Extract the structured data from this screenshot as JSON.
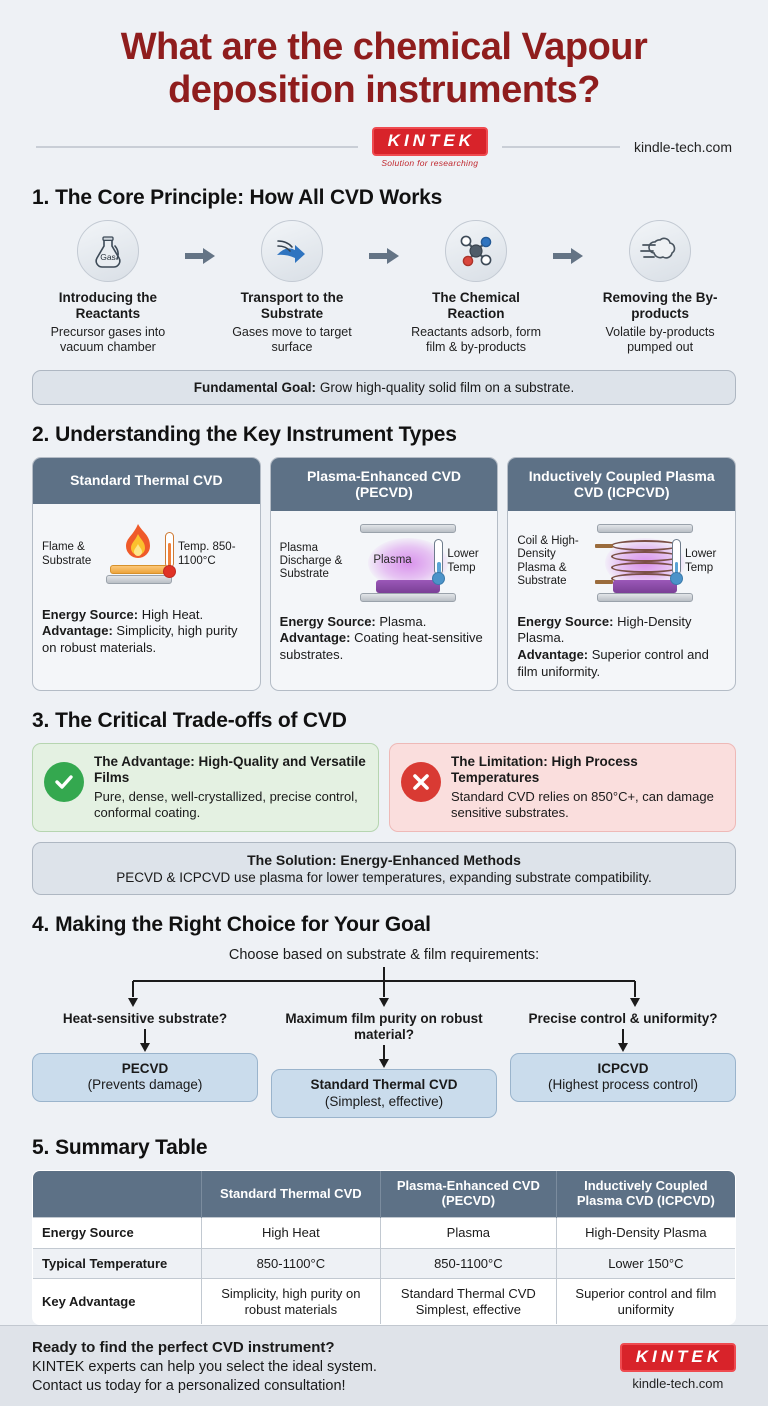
{
  "header": {
    "title": "What are the chemical Vapour deposition instruments?",
    "logo_text": "KINTEK",
    "logo_tagline": "Solution for researching",
    "site": "kindle-tech.com"
  },
  "section1": {
    "number": "1.",
    "heading": "The Core Principle: How All CVD Works",
    "steps": [
      {
        "icon": "gas-flask-icon",
        "title": "Introducing the Reactants",
        "desc": "Precursor gases into vacuum chamber"
      },
      {
        "icon": "gas-flow-arrow-icon",
        "title": "Transport to the Substrate",
        "desc": "Gases move to target surface"
      },
      {
        "icon": "molecule-icon",
        "title": "The Chemical Reaction",
        "desc": "Reactants adsorb, form film & by-products"
      },
      {
        "icon": "exhaust-cloud-icon",
        "title": "Removing the By-products",
        "desc": "Volatile by-products pumped out"
      }
    ],
    "goal_label": "Fundamental Goal:",
    "goal_text": "Grow high-quality solid film on a substrate."
  },
  "section2": {
    "number": "2.",
    "heading": "Understanding the Key Instrument Types",
    "cards": [
      {
        "title": "Standard Thermal CVD",
        "illus_label": "Flame & Substrate",
        "temp_label": "Temp. 850-1100°C",
        "energy_label": "Energy Source:",
        "energy_value": "High Heat.",
        "adv_label": "Advantage:",
        "adv_value": "Simplicity, high purity on robust materials."
      },
      {
        "title": "Plasma-Enhanced CVD (PECVD)",
        "illus_label": "Plasma Discharge & Substrate",
        "glow_label": "Plasma",
        "temp_label": "Lower Temp",
        "energy_label": "Energy Source:",
        "energy_value": "Plasma.",
        "adv_label": "Advantage:",
        "adv_value": "Coating heat-sensitive substrates."
      },
      {
        "title": "Inductively Coupled Plasma CVD (ICPCVD)",
        "illus_label": "Coil & High-Density Plasma & Substrate",
        "temp_label": "Lower Temp",
        "energy_label": "Energy Source:",
        "energy_value": "High-Density Plasma.",
        "adv_label": "Advantage:",
        "adv_value": "Superior control and film uniformity."
      }
    ]
  },
  "section3": {
    "number": "3.",
    "heading": "The Critical Trade-offs of CVD",
    "advantage": {
      "icon": "check-circle-icon",
      "title": "The Advantage: High-Quality and Versatile Films",
      "text": "Pure, dense, well-crystallized, precise control, conformal coating."
    },
    "limitation": {
      "icon": "x-circle-icon",
      "title": "The Limitation: High Process Temperatures",
      "text": "Standard CVD relies on 850°C+, can damage sensitive substrates."
    },
    "solution": {
      "title": "The Solution: Energy-Enhanced Methods",
      "text": "PECVD & ICPCVD use plasma for lower temperatures, expanding substrate compatibility."
    }
  },
  "section4": {
    "number": "4.",
    "heading": "Making the Right Choice for Your Goal",
    "subtitle": "Choose based on substrate & film requirements:",
    "branches": [
      {
        "question": "Heat-sensitive substrate?",
        "answer": "PECVD",
        "note": "(Prevents damage)"
      },
      {
        "question": "Maximum film purity on robust material?",
        "answer": "Standard Thermal CVD",
        "note": "(Simplest, effective)"
      },
      {
        "question": "Precise control & uniformity?",
        "answer": "ICPCVD",
        "note": "(Highest process control)"
      }
    ]
  },
  "section5": {
    "number": "5.",
    "heading": "Summary Table",
    "table": {
      "columns": [
        "",
        "Standard Thermal CVD",
        "Plasma-Enhanced CVD (PECVD)",
        "Inductively Coupled Plasma CVD (ICPCVD)"
      ],
      "rows": [
        {
          "label": "Energy Source",
          "cells": [
            "High Heat",
            "Plasma",
            "High-Density Plasma"
          ]
        },
        {
          "label": "Typical Temperature",
          "cells": [
            "850-1100°C",
            "850-1100°C",
            "Lower 150°C"
          ]
        },
        {
          "label": "Key Advantage",
          "cells": [
            "Simplicity, high purity on robust materials",
            "Standard Thermal CVD Simplest, effective",
            "Superior control and film uniformity"
          ]
        }
      ]
    }
  },
  "footer": {
    "line1": "Ready to find the perfect CVD instrument?",
    "line2": "KINTEK experts can help you select the ideal system.",
    "line3": "Contact us today for a personalized consultation!",
    "logo_text": "KINTEK",
    "site": "kindle-tech.com"
  },
  "colors": {
    "title_red": "#8f1d1d",
    "brand_red": "#d8232a",
    "card_header": "#5d7186",
    "good_green": "#34a84f",
    "bad_red": "#d93a33",
    "pill_blue": "#cadcec"
  }
}
